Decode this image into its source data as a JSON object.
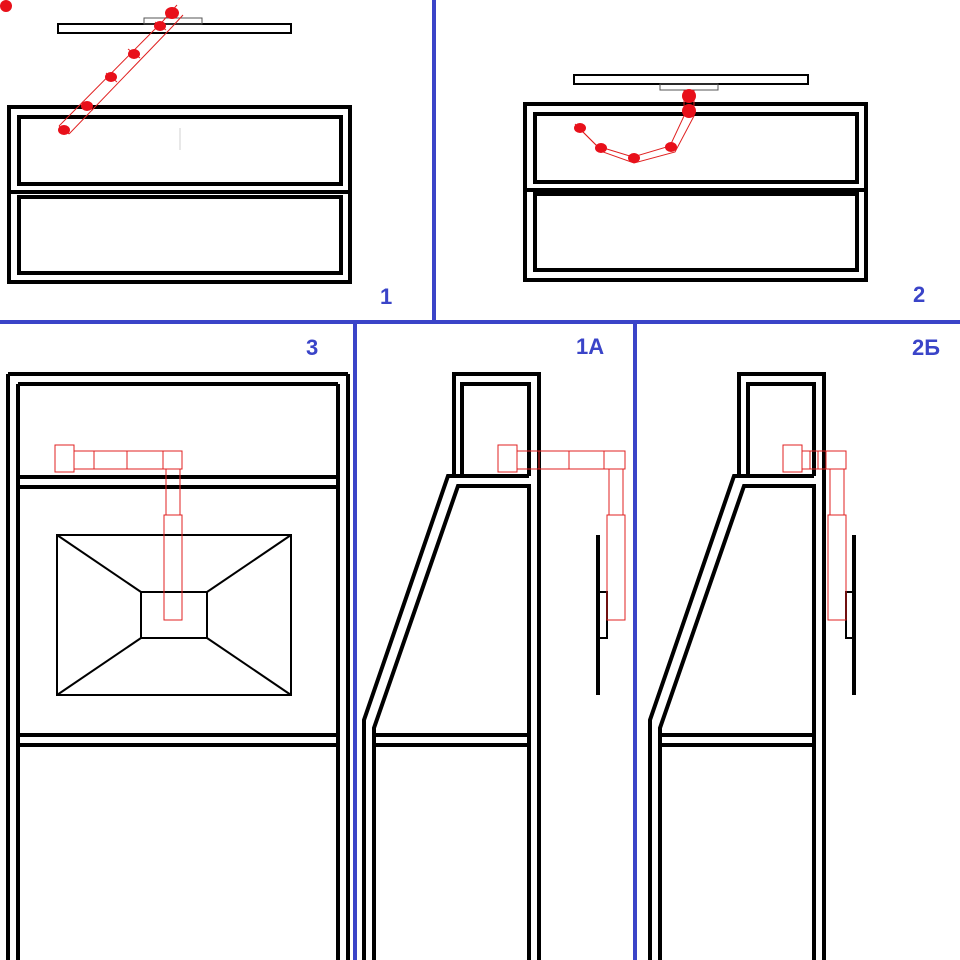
{
  "panels": [
    {
      "id": "panel-1",
      "label": "1"
    },
    {
      "id": "panel-2",
      "label": "2"
    },
    {
      "id": "panel-3",
      "label": "3"
    },
    {
      "id": "panel-1a",
      "label": "1А"
    },
    {
      "id": "panel-2b",
      "label": "2Б"
    }
  ],
  "colors": {
    "divider": "#3a44c8",
    "outline": "#000000",
    "pipe": "#e02020",
    "joint": "#e8101a",
    "label": "#3a44c8"
  }
}
